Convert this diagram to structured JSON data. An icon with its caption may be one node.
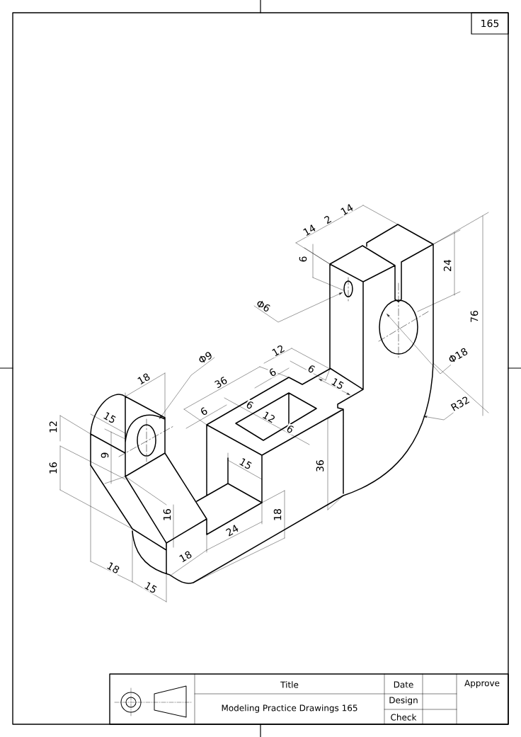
{
  "diagram": {
    "nodes": [
      {
        "text": [
          "Φ6"
        ]
      },
      {
        "text": [
          "Φ18"
        ]
      },
      {
        "text": [
          "R32"
        ]
      },
      {
        "text": [
          "Φ9"
        ]
      }
    ],
    "edges": [
      {
        "from": 0,
        "to": null,
        "arrow": "to"
      },
      {
        "from": 1,
        "to": null,
        "arrow": "to"
      },
      {
        "from": 2,
        "to": null,
        "arrow": "to"
      },
      {
        "from": 3,
        "to": null,
        "arrow": "to"
      }
    ],
    "labels": [
      "165",
      "14",
      "2",
      "14",
      "6",
      "24",
      "76",
      "12",
      "6",
      "6",
      "15",
      "36",
      "18",
      "6",
      "6",
      "12",
      "6",
      "15",
      "12",
      "9",
      "16",
      "15",
      "36",
      "16",
      "18",
      "24",
      "18",
      "18",
      "15",
      "Title",
      "Date",
      "Approve",
      "Modeling Practice Drawings 165",
      "Design",
      "Check"
    ]
  }
}
